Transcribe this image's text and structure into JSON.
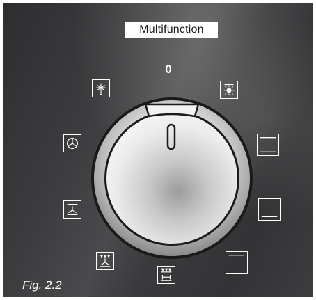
{
  "title": "Multifunction",
  "zero_position": "0",
  "figure_caption": "Fig. 2.2",
  "icons": {
    "defrost": "defrost-snowflake-icon",
    "fan_oven": "fan-oven-icon",
    "fan_grill": "fan-grill-icon",
    "full_grill": "full-grill-icon",
    "grill": "grill-icon",
    "top_heat": "top-heat-icon",
    "top_bottom_heat": "top-bottom-heat-icon",
    "bottom_heat": "bottom-heat-icon",
    "light": "oven-light-icon"
  },
  "colors": {
    "panel": "#3a3a3c",
    "marking": "#ffffff"
  }
}
